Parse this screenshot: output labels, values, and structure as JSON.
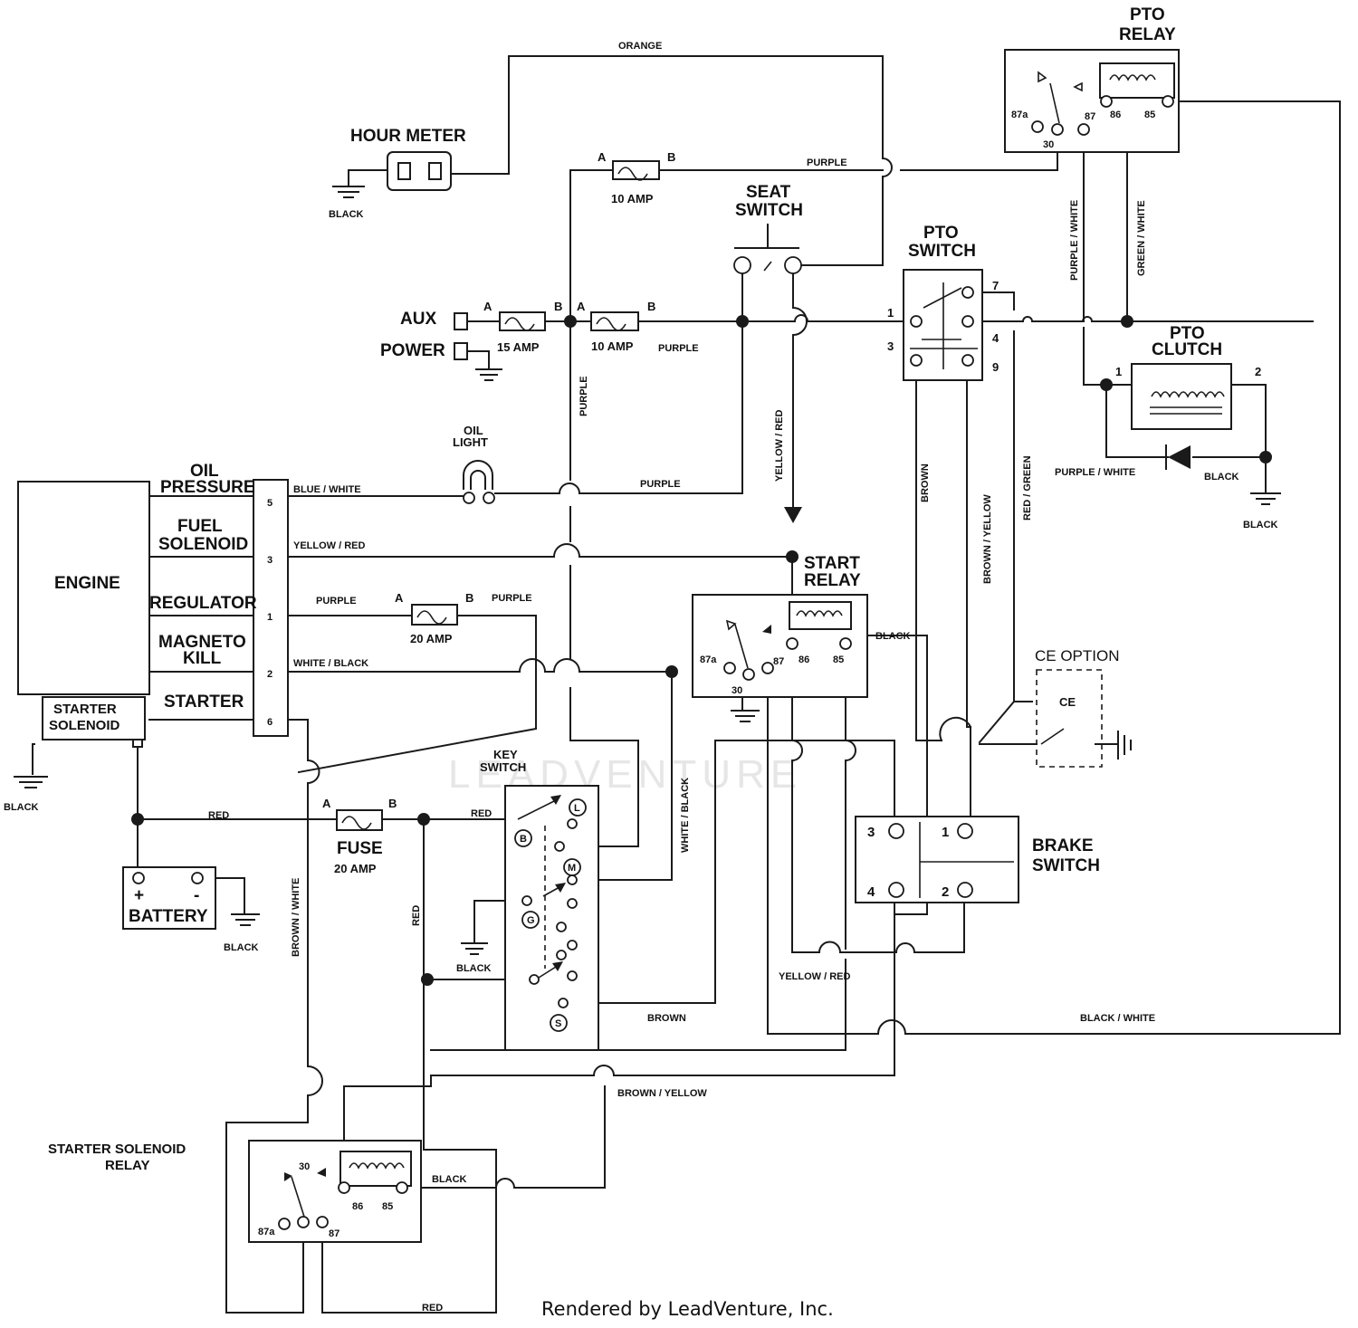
{
  "labels": {
    "hour_meter": "HOUR METER",
    "pto_relay_1": "PTO",
    "pto_relay_2": "RELAY",
    "seat_switch_1": "SEAT",
    "seat_switch_2": "SWITCH",
    "pto_switch_1": "PTO",
    "pto_switch_2": "SWITCH",
    "pto_clutch_1": "PTO",
    "pto_clutch_2": "CLUTCH",
    "aux": "AUX",
    "power": "POWER",
    "oil_light_1": "OIL",
    "oil_light_2": "LIGHT",
    "engine": "ENGINE",
    "oil_pressure_1": "OIL",
    "oil_pressure_2": "PRESSURE",
    "fuel_solenoid_1": "FUEL",
    "fuel_solenoid_2": "SOLENOID",
    "regulator": "REGULATOR",
    "magneto_kill_1": "MAGNETO",
    "magneto_kill_2": "KILL",
    "starter": "STARTER",
    "starter_solenoid_1": "STARTER",
    "starter_solenoid_2": "SOLENOID",
    "start_relay_1": "START",
    "start_relay_2": "RELAY",
    "ce_option": "CE OPTION",
    "ce": "CE",
    "key_switch_1": "KEY",
    "key_switch_2": "SWITCH",
    "brake_switch_1": "BRAKE",
    "brake_switch_2": "SWITCH",
    "battery": "BATTERY",
    "fuse": "FUSE",
    "ssr_1": "STARTER SOLENOID",
    "ssr_2": "RELAY",
    "plus": "+",
    "minus": "-"
  },
  "fuses": {
    "f10_top": "10 AMP",
    "f15": "15 AMP",
    "f10_mid": "10 AMP",
    "f20_reg": "20 AMP",
    "f20_main": "20 AMP",
    "a": "A",
    "b": "B"
  },
  "wires": {
    "orange": "ORANGE",
    "purple": "PURPLE",
    "black": "BLACK",
    "blue_white": "BLUE / WHITE",
    "yellow_red": "YELLOW / RED",
    "white_black": "WHITE / BLACK",
    "red": "RED",
    "brown": "BROWN",
    "brown_yellow": "BROWN / YELLOW",
    "red_green": "RED / GREEN",
    "purple_white": "PURPLE / WHITE",
    "green_white": "GREEN / WHITE",
    "black_white": "BLACK / WHITE",
    "brown_white": "BROWN / WHITE",
    "yellow_red_v": "YELLOW / RED"
  },
  "terminals": {
    "t5": "5",
    "t3": "3",
    "t1": "1",
    "t2": "2",
    "t6": "6",
    "p1": "1",
    "p3": "3",
    "p7": "7",
    "p4": "4",
    "p9": "9",
    "c1": "1",
    "c2": "2",
    "b3": "3",
    "b1": "1",
    "b4": "4",
    "b2": "2",
    "r87a": "87a",
    "r30": "30",
    "r87": "87",
    "r86": "86",
    "r85": "85",
    "k_l": "L",
    "k_b": "B",
    "k_m": "M",
    "k_g": "G",
    "k_s": "S"
  },
  "watermark": "LEADVENTURE",
  "footer": "Rendered by LeadVenture, Inc."
}
